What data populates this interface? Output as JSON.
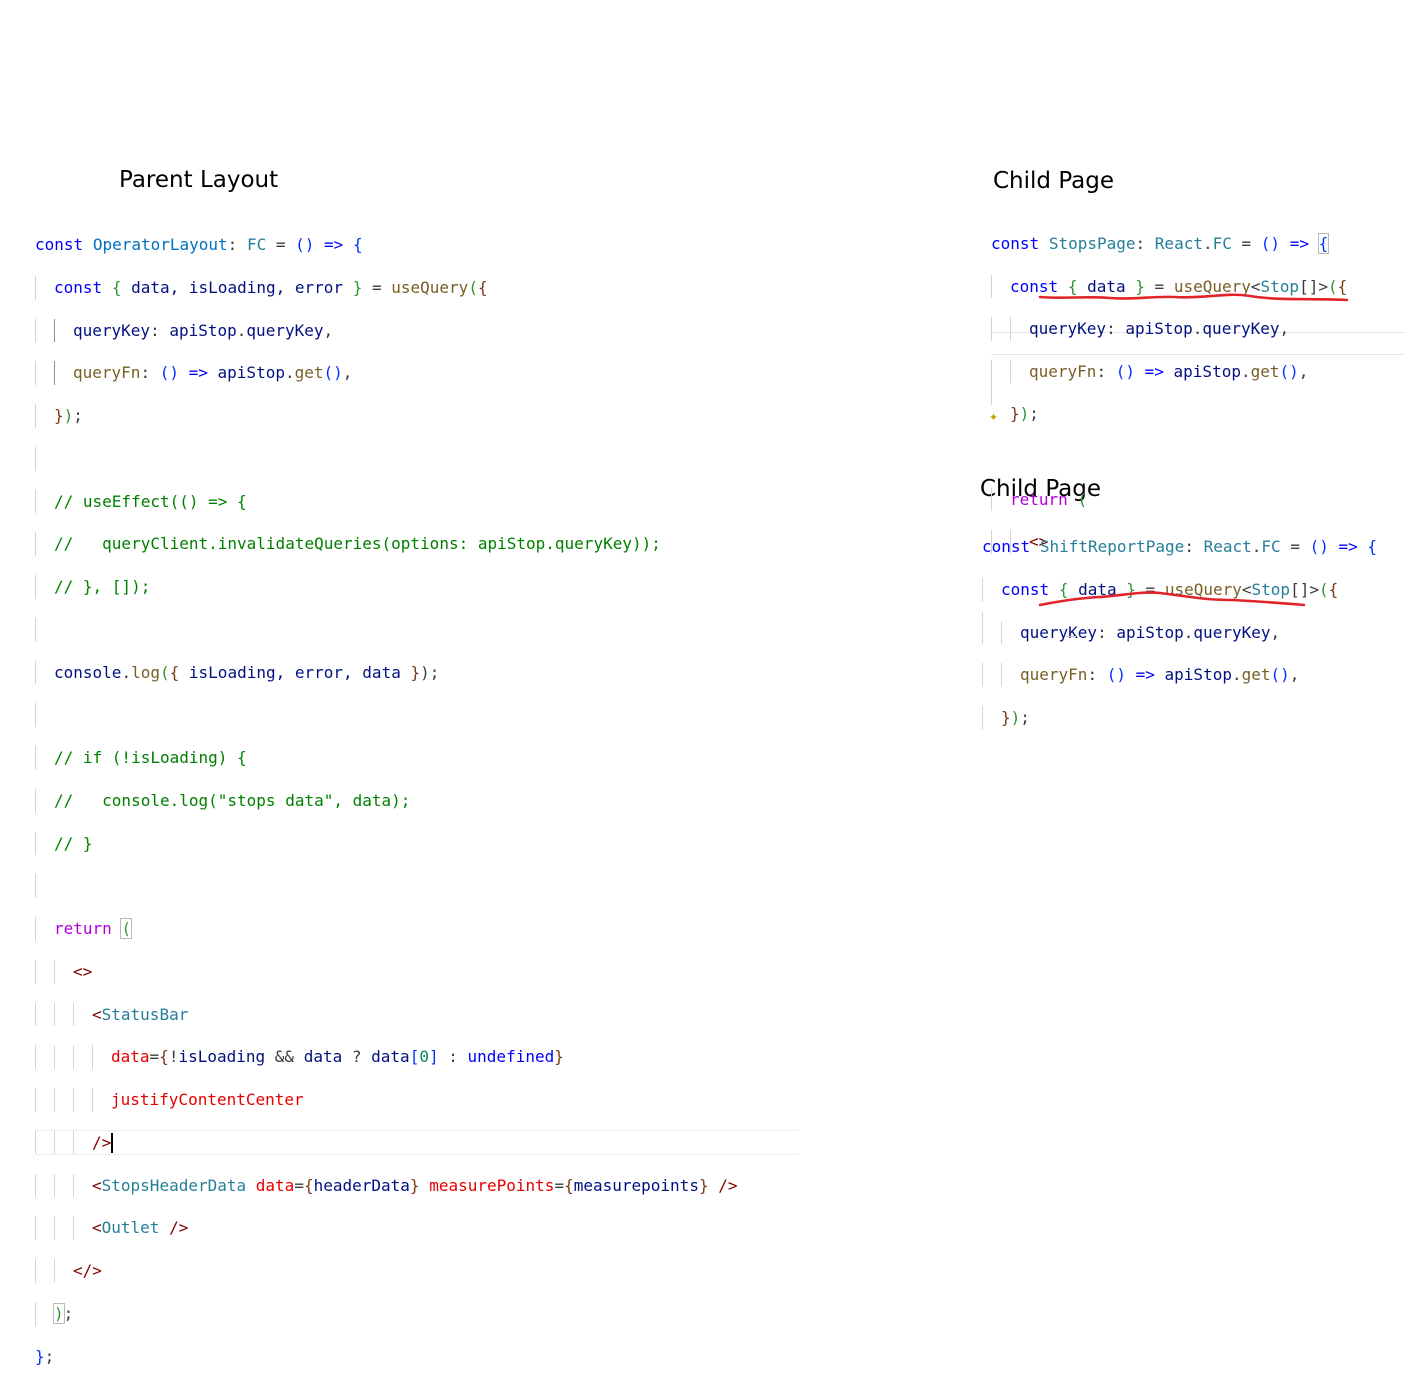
{
  "headings": {
    "parent": "Parent Layout",
    "child1": "Child Page",
    "child2": "Child Page"
  },
  "parent_code": {
    "l1": {
      "const": "const",
      "name": "OperatorLayout",
      "colon": ":",
      "type": "FC",
      "eq": "=",
      "parens": "()",
      "arrow": "=>",
      "brace": "{"
    },
    "l2": {
      "const": "const",
      "open": "{",
      "data": "data,",
      "isLoading": "isLoading,",
      "error": "error",
      "close": "}",
      "eq": "=",
      "fn": "useQuery",
      "paren": "(",
      "brace": "{"
    },
    "l3": {
      "key": "queryKey",
      "colon": ":",
      "obj": "apiStop",
      "prop": "queryKey",
      "comma": ","
    },
    "l4": {
      "key": "queryFn",
      "colon": ":",
      "parens": "()",
      "arrow": "=>",
      "obj": "apiStop",
      "fn": "get",
      "call": "()",
      "comma": ","
    },
    "l5": {
      "close": "}",
      "paren": ")",
      "semi": ";"
    },
    "c1": "// useEffect(() => {",
    "c2": "//   queryClient.invalidateQueries(options: apiStop.queryKey));",
    "c3": "// }, []);",
    "log": {
      "obj": "console",
      "fn": "log",
      "paren": "(",
      "open": "{",
      "args": "isLoading, error, data",
      "close": "}",
      "end": ");"
    },
    "c4": "// if (!isLoading) {",
    "c5": "//   console.log(\"stops data\", data);",
    "c6": "// }",
    "ret": {
      "kw": "return",
      "paren": "("
    },
    "frag_open": "<>",
    "status": {
      "lt": "<",
      "tag": "StatusBar"
    },
    "attr1": {
      "name": "data",
      "eq": "=",
      "ob": "{",
      "not": "!",
      "isLoading": "isLoading",
      "and": "&&",
      "data": "data",
      "q": "?",
      "data2": "data",
      "br_o": "[",
      "idx": "0",
      "br_c": "]",
      "colon": ":",
      "undef": "undefined",
      "cb": "}"
    },
    "attr2": "justifyContentCenter",
    "selfclose": "/>",
    "hdr": {
      "lt": "<",
      "tag": "StopsHeaderData",
      "a1": "data",
      "eq1": "=",
      "ob1": "{",
      "v1": "headerData",
      "cb1": "}",
      "a2": "measurePoints",
      "eq2": "=",
      "ob2": "{",
      "v2": "measurepoints",
      "cb2": "}",
      "end": "/>"
    },
    "outlet": {
      "lt": "<",
      "tag": "Outlet",
      "end": "/>"
    },
    "frag_close": "</>",
    "close_paren": ")",
    "semi1": ";",
    "close_brace": "}",
    "semi2": ";"
  },
  "child1_code": {
    "l1": {
      "const": "const",
      "name": "StopsPage",
      "colon": ":",
      "ns": "React",
      "dot": ".",
      "type": "FC",
      "eq": "=",
      "parens": "()",
      "arrow": "=>",
      "brace": "{"
    },
    "l2": {
      "const": "const",
      "open": "{",
      "data": "data",
      "close": "}",
      "eq": "=",
      "fn": "useQuery",
      "lt": "<",
      "type": "Stop",
      "arr": "[]",
      "gt": ">",
      "paren": "(",
      "brace": "{"
    },
    "l3": {
      "key": "queryKey",
      "colon": ":",
      "obj": "apiStop",
      "prop": "queryKey",
      "comma": ","
    },
    "l4": {
      "key": "queryFn",
      "colon": ":",
      "parens": "()",
      "arrow": "=>",
      "obj": "apiStop",
      "fn": "get",
      "call": "()",
      "comma": ","
    },
    "l5": {
      "close": "}",
      "paren": ")",
      "semi": ";"
    },
    "ret": {
      "kw": "return",
      "paren": "("
    },
    "frag": "<>"
  },
  "child2_code": {
    "l1": {
      "const": "const",
      "name": "ShiftReportPage",
      "colon": ":",
      "ns": "React",
      "dot": ".",
      "type": "FC",
      "eq": "=",
      "parens": "()",
      "arrow": "=>",
      "brace": "{"
    },
    "l2": {
      "const": "const",
      "open": "{",
      "data": "data",
      "close": "}",
      "eq": "=",
      "fn": "useQuery",
      "lt": "<",
      "type": "Stop",
      "arr": "[]",
      "gt": ">",
      "paren": "(",
      "brace": "{"
    },
    "l3": {
      "key": "queryKey",
      "colon": ":",
      "obj": "apiStop",
      "prop": "queryKey",
      "comma": ","
    },
    "l4": {
      "key": "queryFn",
      "colon": ":",
      "parens": "()",
      "arrow": "=>",
      "obj": "apiStop",
      "fn": "get",
      "call": "()",
      "comma": ","
    },
    "l5": {
      "close": "}",
      "paren": ")",
      "semi": ";"
    }
  },
  "annotations": {
    "strike_color": "#e0242a",
    "sparkle_color": "#c79a00",
    "sparkle_icon": "sparkle-icon"
  }
}
